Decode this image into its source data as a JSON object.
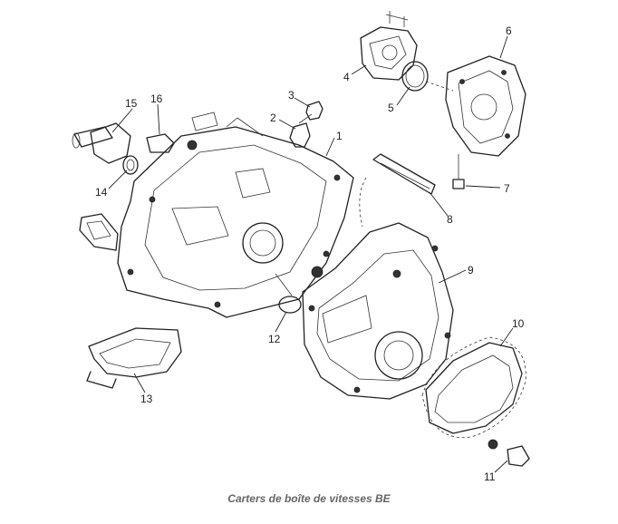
{
  "caption": "Carters de boîte de vitesses BE",
  "labels": [
    "1",
    "2",
    "3",
    "4",
    "5",
    "6",
    "7",
    "8",
    "9",
    "10",
    "11",
    "12",
    "13",
    "14",
    "15",
    "16"
  ]
}
